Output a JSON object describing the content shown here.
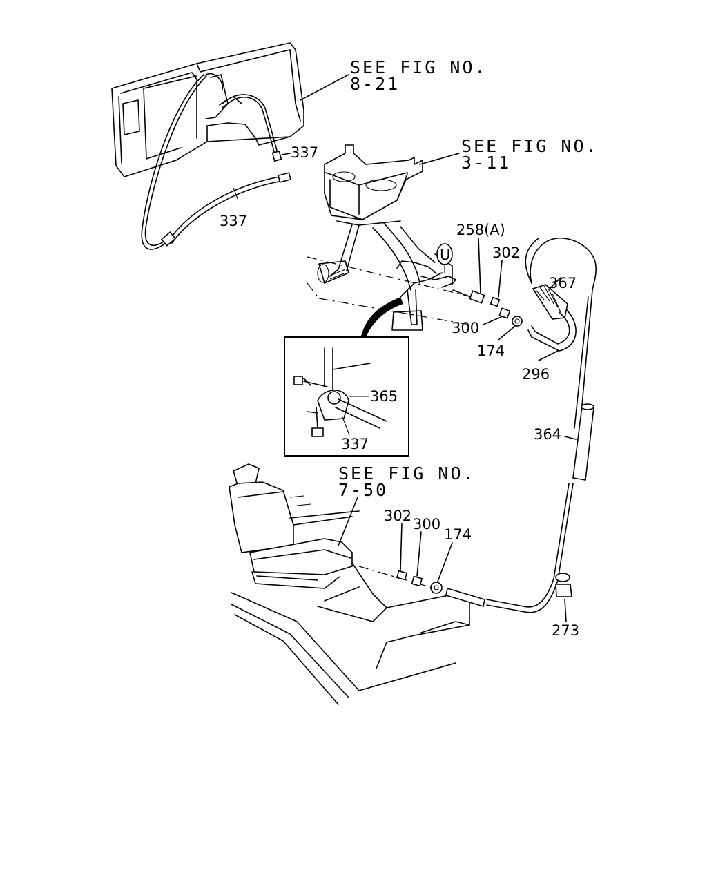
{
  "references": [
    {
      "line1": "SEE FIG NO.",
      "line2": "8-21"
    },
    {
      "line1": "SEE FIG NO.",
      "line2": "3-11"
    },
    {
      "line1": "SEE FIG NO.",
      "line2": "7-50"
    }
  ],
  "parts": {
    "cable_upper": "337",
    "cable_lower": "337",
    "detail_cable": "337",
    "clip": "365",
    "fitting": "258(A)",
    "washer_right": "302",
    "spacer_right": "300",
    "nut_right": "174",
    "boot": "367",
    "hose": "296",
    "tube": "364",
    "grommet": "273",
    "washer_lower": "302",
    "spacer_lower": "300",
    "nut_lower": "174"
  },
  "symbol": "U"
}
